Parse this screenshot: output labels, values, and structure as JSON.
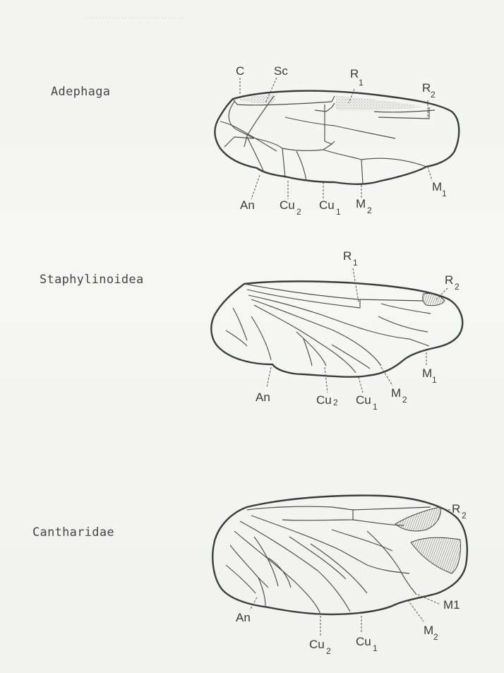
{
  "figure": {
    "panels": [
      {
        "taxon": "Adephaga",
        "labels": {
          "c": "C",
          "sc": "Sc",
          "r1": "R",
          "r1_sub": "1",
          "r2": "R",
          "r2_sub": "2",
          "m1": "M",
          "m1_sub": "1",
          "m2": "M",
          "m2_sub": "2",
          "cu1": "Cu",
          "cu1_sub": "1",
          "cu2": "Cu",
          "cu2_sub": "2",
          "an": "An"
        }
      },
      {
        "taxon": "Staphylinoidea",
        "labels": {
          "r1": "R",
          "r1_sub": "1",
          "r2": "R",
          "r2_sub": "2",
          "m1": "M",
          "m1_sub": "1",
          "m2": "M",
          "m2_sub": "2",
          "cu1": "Cu",
          "cu1_sub": "1",
          "cu2": "Cu",
          "cu2_sub": "2",
          "an": "An"
        }
      },
      {
        "taxon": "Cantharidae",
        "labels": {
          "r2": "R",
          "r2_sub": "2",
          "m1": "M1",
          "m2": "M",
          "m2_sub": "2",
          "cu1": "Cu",
          "cu1_sub": "1",
          "cu2": "Cu",
          "cu2_sub": "2",
          "an": "An"
        }
      }
    ]
  },
  "colors": {
    "ink": "#3a3d3d",
    "paper": "#f4f4f2",
    "taxon_text": "#46464a"
  }
}
